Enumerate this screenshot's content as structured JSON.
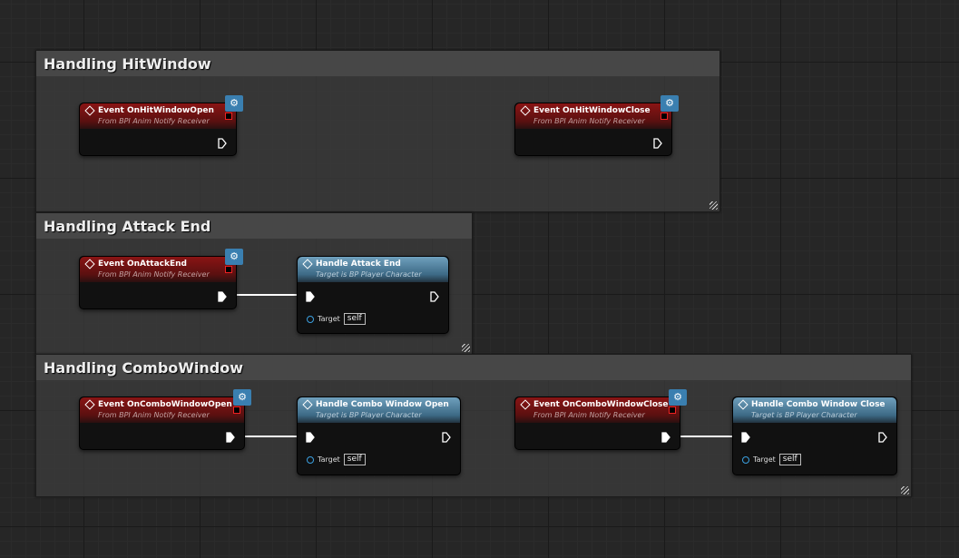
{
  "comments": [
    {
      "title": "Handling HitWindow"
    },
    {
      "title": "Handling Attack End"
    },
    {
      "title": "Handling ComboWindow"
    }
  ],
  "events": [
    {
      "title": "Event OnHitWindowOpen",
      "subtitle": "From BPI Anim Notify Receiver"
    },
    {
      "title": "Event OnHitWindowClose",
      "subtitle": "From BPI Anim Notify Receiver"
    },
    {
      "title": "Event OnAttackEnd",
      "subtitle": "From BPI Anim Notify Receiver"
    },
    {
      "title": "Event OnComboWindowOpen",
      "subtitle": "From BPI Anim Notify Receiver"
    },
    {
      "title": "Event OnComboWindowClose",
      "subtitle": "From BPI Anim Notify Receiver"
    }
  ],
  "functions": [
    {
      "title": "Handle Attack End",
      "subtitle": "Target is BP Player Character",
      "target_label": "Target",
      "target_value": "self"
    },
    {
      "title": "Handle Combo Window Open",
      "subtitle": "Target is BP Player Character",
      "target_label": "Target",
      "target_value": "self"
    },
    {
      "title": "Handle Combo Window Close",
      "subtitle": "Target is BP Player Character",
      "target_label": "Target",
      "target_value": "self"
    }
  ],
  "colors": {
    "event_header": "#8a1414",
    "function_header": "#3d6a86",
    "wire": "#ffffff"
  }
}
